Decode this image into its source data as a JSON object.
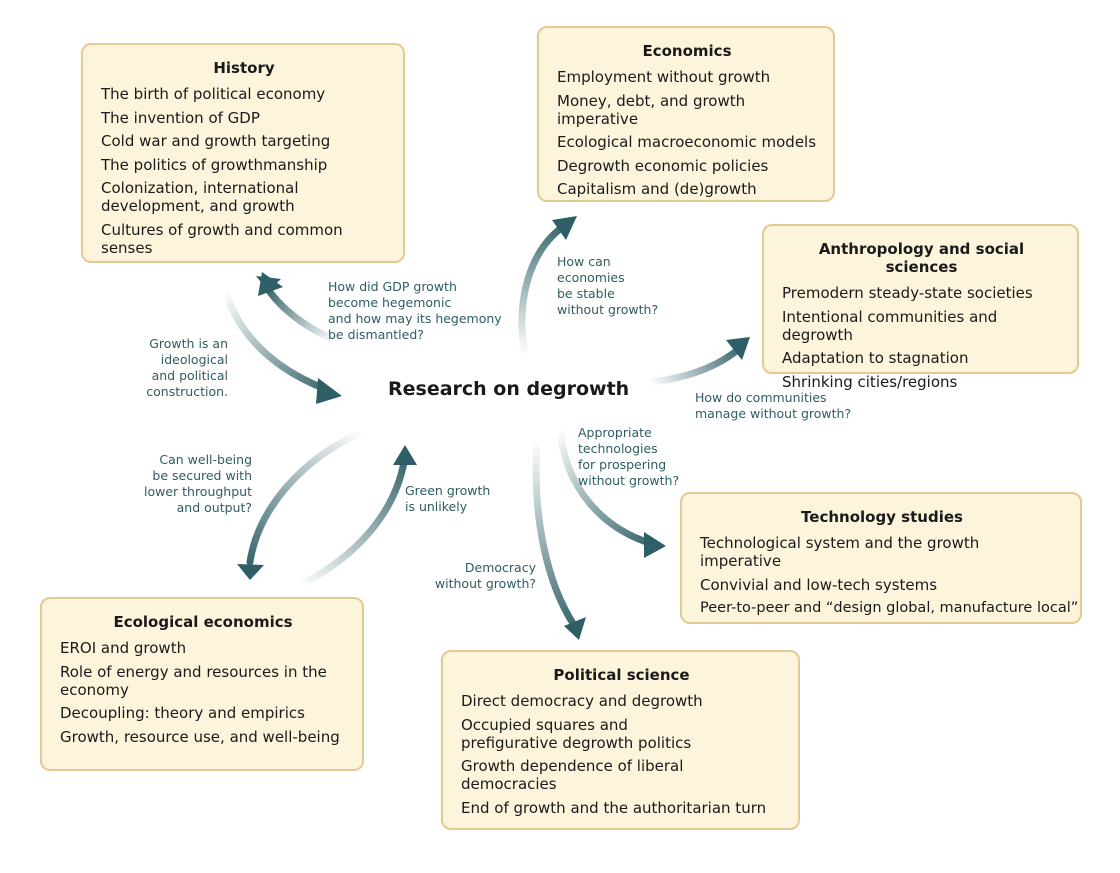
{
  "center": {
    "title": "Research on degrowth"
  },
  "boxes": {
    "history": {
      "title": "History",
      "items": [
        "The birth of political economy",
        "The invention of GDP",
        "Cold war and growth targeting",
        "The politics of growthmanship",
        "Colonization, international development, and growth",
        "Cultures of growth and common senses"
      ]
    },
    "economics": {
      "title": "Economics",
      "items": [
        "Employment without growth",
        "Money, debt, and growth imperative",
        "Ecological macroeconomic models",
        "Degrowth economic policies",
        "Capitalism and (de)growth"
      ]
    },
    "anthropology": {
      "title": "Anthropology and social sciences",
      "items": [
        "Premodern steady-state societies",
        "Intentional communities and degrowth",
        "Adaptation to stagnation",
        "Shrinking cities/regions"
      ]
    },
    "technology": {
      "title": "Technology studies",
      "items": [
        "Technological system and the growth imperative",
        "Convivial and low-tech systems",
        "Peer-to-peer and “design global, manufacture local”"
      ]
    },
    "political": {
      "title": "Political science",
      "items": [
        "Direct democracy and degrowth",
        "Occupied squares and prefigurative degrowth politics",
        "Growth dependence of liberal democracies",
        "End of growth and the authoritarian turn"
      ]
    },
    "ecological": {
      "title": "Ecological economics",
      "items": [
        "EROI and growth",
        "Role of energy and resources in the economy",
        "Decoupling: theory and empirics",
        "Growth, resource use, and well-being"
      ]
    }
  },
  "questions": {
    "gdp_hegemonic": "How did GDP growth\nbecome hegemonic\nand how may its hegemony\nbe dismantled?",
    "ideological": "Growth is an\nideological\nand political\nconstruction.",
    "economies_stable": "How can\neconomies\nbe stable\nwithout growth?",
    "communities": "How do communities\nmanage without growth?",
    "technologies": "Appropriate\ntechnologies\nfor prospering\nwithout growth?",
    "democracy": "Democracy\nwithout growth?",
    "green_growth": "Green growth\nis unlikely",
    "well_being": "Can well-being\nbe secured with\nlower throughput\nand output?"
  },
  "colors": {
    "arrow": "#2f5f66",
    "box_fill": "#fdf4dc",
    "box_border": "#e6c894",
    "question_text": "#2e5d63"
  }
}
